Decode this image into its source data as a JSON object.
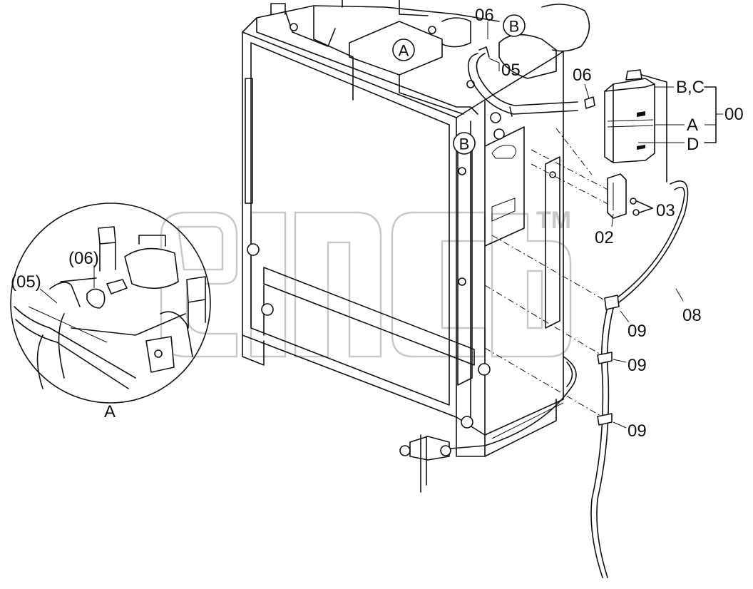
{
  "labels": {
    "p06_top": "06",
    "p06_right": "06",
    "p05": "05",
    "p03": "03",
    "p02": "02",
    "p08": "08",
    "p09_a": "09",
    "p09_b": "09",
    "p09_c": "09",
    "p00": "00",
    "bracket_bc": "B,C",
    "bracket_a": "A",
    "bracket_d": "D",
    "detail_05": "(05)",
    "detail_06": "(06)",
    "detail_title": "A"
  },
  "callouts": {
    "a_top": "A",
    "b_top": "B",
    "b_side": "B"
  },
  "watermark": {
    "tm": "TM"
  },
  "colors": {
    "line": "#111111",
    "watermark": "#c9c9c9",
    "background": "#ffffff"
  }
}
